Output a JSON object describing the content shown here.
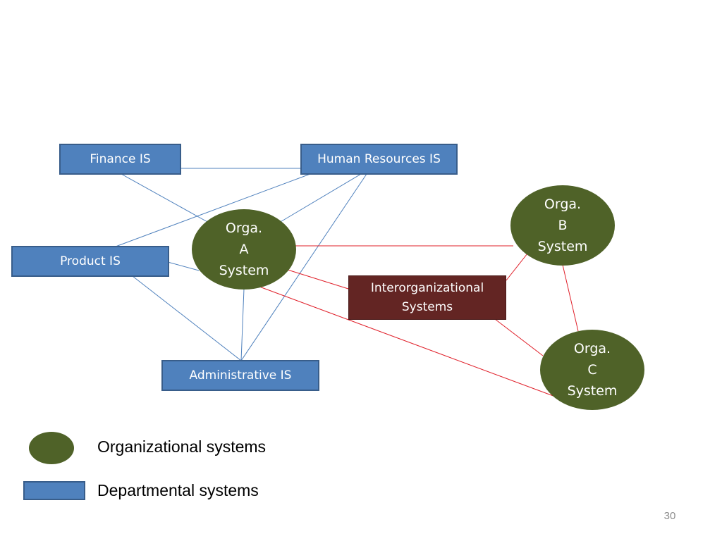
{
  "departmental": {
    "finance": "Finance IS",
    "hr": "Human Resources IS",
    "product": "Product IS",
    "administrative": "Administrative IS"
  },
  "organizational": {
    "a": "Orga.\nA\nSystem",
    "b": "Orga.\nB\nSystem",
    "c": "Orga.\nC\nSystem"
  },
  "interorganizational": "Interorganizational\nSystems",
  "legend": {
    "organizational": "Organizational systems",
    "departmental": "Departmental systems"
  },
  "page_number": "30",
  "colors": {
    "departmental_fill": "#4f81bd",
    "organizational_fill": "#4f6228",
    "interorganizational_fill": "#632523",
    "departmental_link": "#4f81bd",
    "interorganizational_link": "#e0202a"
  }
}
